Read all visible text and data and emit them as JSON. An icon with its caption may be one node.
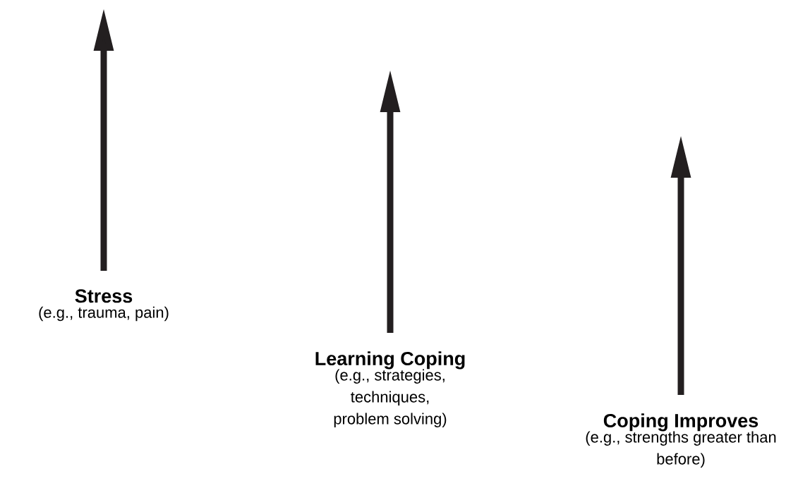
{
  "diagram": {
    "nodes": [
      {
        "text": [
          "Stress",
          "(e.g., trauma, pain)"
        ]
      },
      {
        "text": [
          "Learning Coping",
          "(e.g., strategies, techniques, problem solving)"
        ]
      },
      {
        "text": [
          "Coping Improves",
          "(e.g., strengths greater than before)"
        ]
      }
    ],
    "edges": [
      {
        "from": 0,
        "to": null,
        "arrow": "to"
      },
      {
        "from": 1,
        "to": null,
        "arrow": "to"
      },
      {
        "from": 2,
        "to": null,
        "arrow": "to"
      }
    ]
  }
}
